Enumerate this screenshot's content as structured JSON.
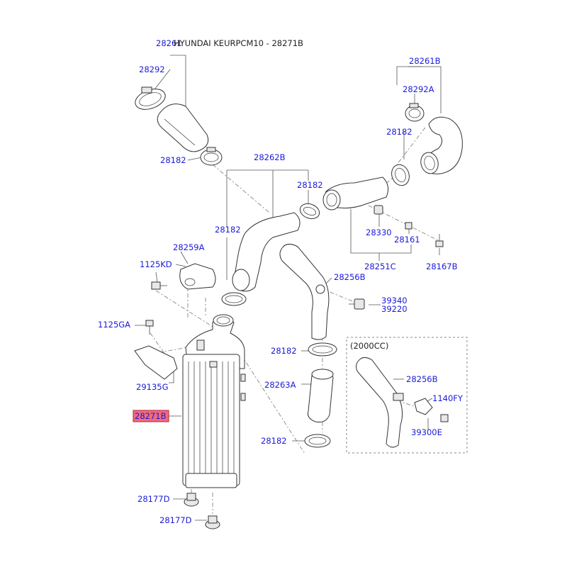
{
  "title": "HYUNDAI KEURPCM10 - 28271B",
  "highlight_color": "#f26a7a",
  "label_color": "#1a1adb",
  "variant_box_label": "(2000CC)",
  "labels": {
    "p28261": "28261",
    "p28292": "28292",
    "p28182_a": "28182",
    "p28261B": "28261B",
    "p28292A": "28292A",
    "p28182_b": "28182",
    "p28262B": "28262B",
    "p28182_c": "28182",
    "p28182_d": "28182",
    "p28330": "28330",
    "p28161": "28161",
    "p28251C": "28251C",
    "p28167B": "28167B",
    "p28259A": "28259A",
    "p1125KD": "1125KD",
    "p28256B_a": "28256B",
    "p39340": "39340",
    "p39220": "39220",
    "p1125GA": "1125GA",
    "p28182_e": "28182",
    "p28263A": "28263A",
    "p28182_f": "28182",
    "p29135G": "29135G",
    "p28271B": "28271B",
    "p28177D_a": "28177D",
    "p28177D_b": "28177D",
    "p28256B_b": "28256B",
    "p1140FY": "1140FY",
    "p39300E": "39300E"
  }
}
